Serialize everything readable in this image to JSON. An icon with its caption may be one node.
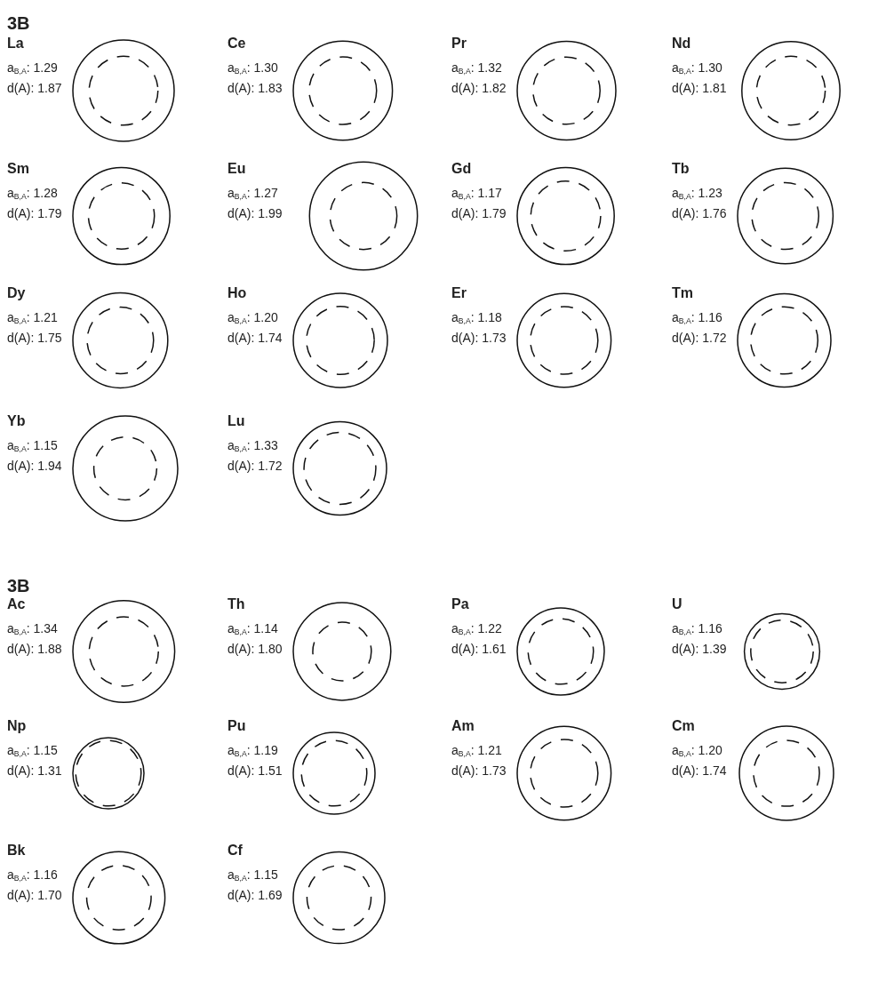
{
  "diagram": {
    "nodes": [
      {
        "text": [
          "La",
          "a$_{B,A}$: 1.29",
          "d(A): 1.87"
        ]
      },
      {
        "text": [
          "Ce",
          "a$_{B,A}$: 1.30",
          "d(A): 1.83"
        ]
      },
      {
        "text": [
          "Pr",
          "a$_{B,A}$: 1.32",
          "d(A): 1.82"
        ]
      },
      {
        "text": [
          "Nd",
          "a$_{B,A}$: 1.30",
          "d(A): 1.81"
        ]
      },
      {
        "text": [
          "Sm",
          "a$_{B,A}$: 1.28",
          "d(A): 1.79"
        ]
      },
      {
        "text": [
          "Eu",
          "a$_{B,A}$: 1.27",
          "d(A): 1.99"
        ]
      },
      {
        "text": [
          "Gd",
          "a$_{B,A}$: 1.17",
          "d(A): 1.79"
        ]
      },
      {
        "text": [
          "Tb",
          "a$_{B,A}$: 1.23",
          "d(A): 1.76"
        ]
      },
      {
        "text": [
          "Dy",
          "a$_{B,A}$: 1.21",
          "d(A): 1.75"
        ]
      },
      {
        "text": [
          "Ho",
          "a$_{B,A}$: 1.20",
          "d(A): 1.74"
        ]
      },
      {
        "text": [
          "Er",
          "a$_{B,A}$: 1.18",
          "d(A): 1.73"
        ]
      },
      {
        "text": [
          "Tm",
          "a$_{B,A}$: 1.16",
          "d(A): 1.72"
        ]
      },
      {
        "text": [
          "Yb",
          "a$_{B,A}$: 1.15",
          "d(A): 1.94"
        ]
      },
      {
        "text": [
          "Lu",
          "a$_{B,A}$: 1.33",
          "d(A): 1.72"
        ]
      },
      {
        "text": [
          "Ac",
          "a$_{B,A}$: 1.34",
          "d(A): 1.88"
        ]
      },
      {
        "text": [
          "Th",
          "a$_{B,A}$: 1.14",
          "d(A): 1.80"
        ]
      },
      {
        "text": [
          "Pa",
          "a$_{B,A}$: 1.22",
          "d(A): 1.61"
        ]
      },
      {
        "text": [
          "U",
          "a$_{B,A}$: 1.16",
          "d(A): 1.39"
        ]
      },
      {
        "text": [
          "Np",
          "a$_{B,A}$: 1.15",
          "d(A): 1.31"
        ]
      },
      {
        "text": [
          "Pu",
          "a$_{B,A}$: 1.19",
          "d(A): 1.51"
        ]
      },
      {
        "text": [
          "Am",
          "a$_{B,A}$: 1.21",
          "d(A): 1.73"
        ]
      },
      {
        "text": [
          "Cm",
          "a$_{B,A}$: 1.20",
          "d(A): 1.74"
        ]
      },
      {
        "text": [
          "Bk",
          "a$_{B,A}$: 1.16",
          "d(A): 1.70"
        ]
      },
      {
        "text": [
          "Cf",
          "a$_{B,A}$: 1.15",
          "d(A): 1.69"
        ]
      }
    ],
    "labels": [
      "3B",
      "3B"
    ]
  }
}
